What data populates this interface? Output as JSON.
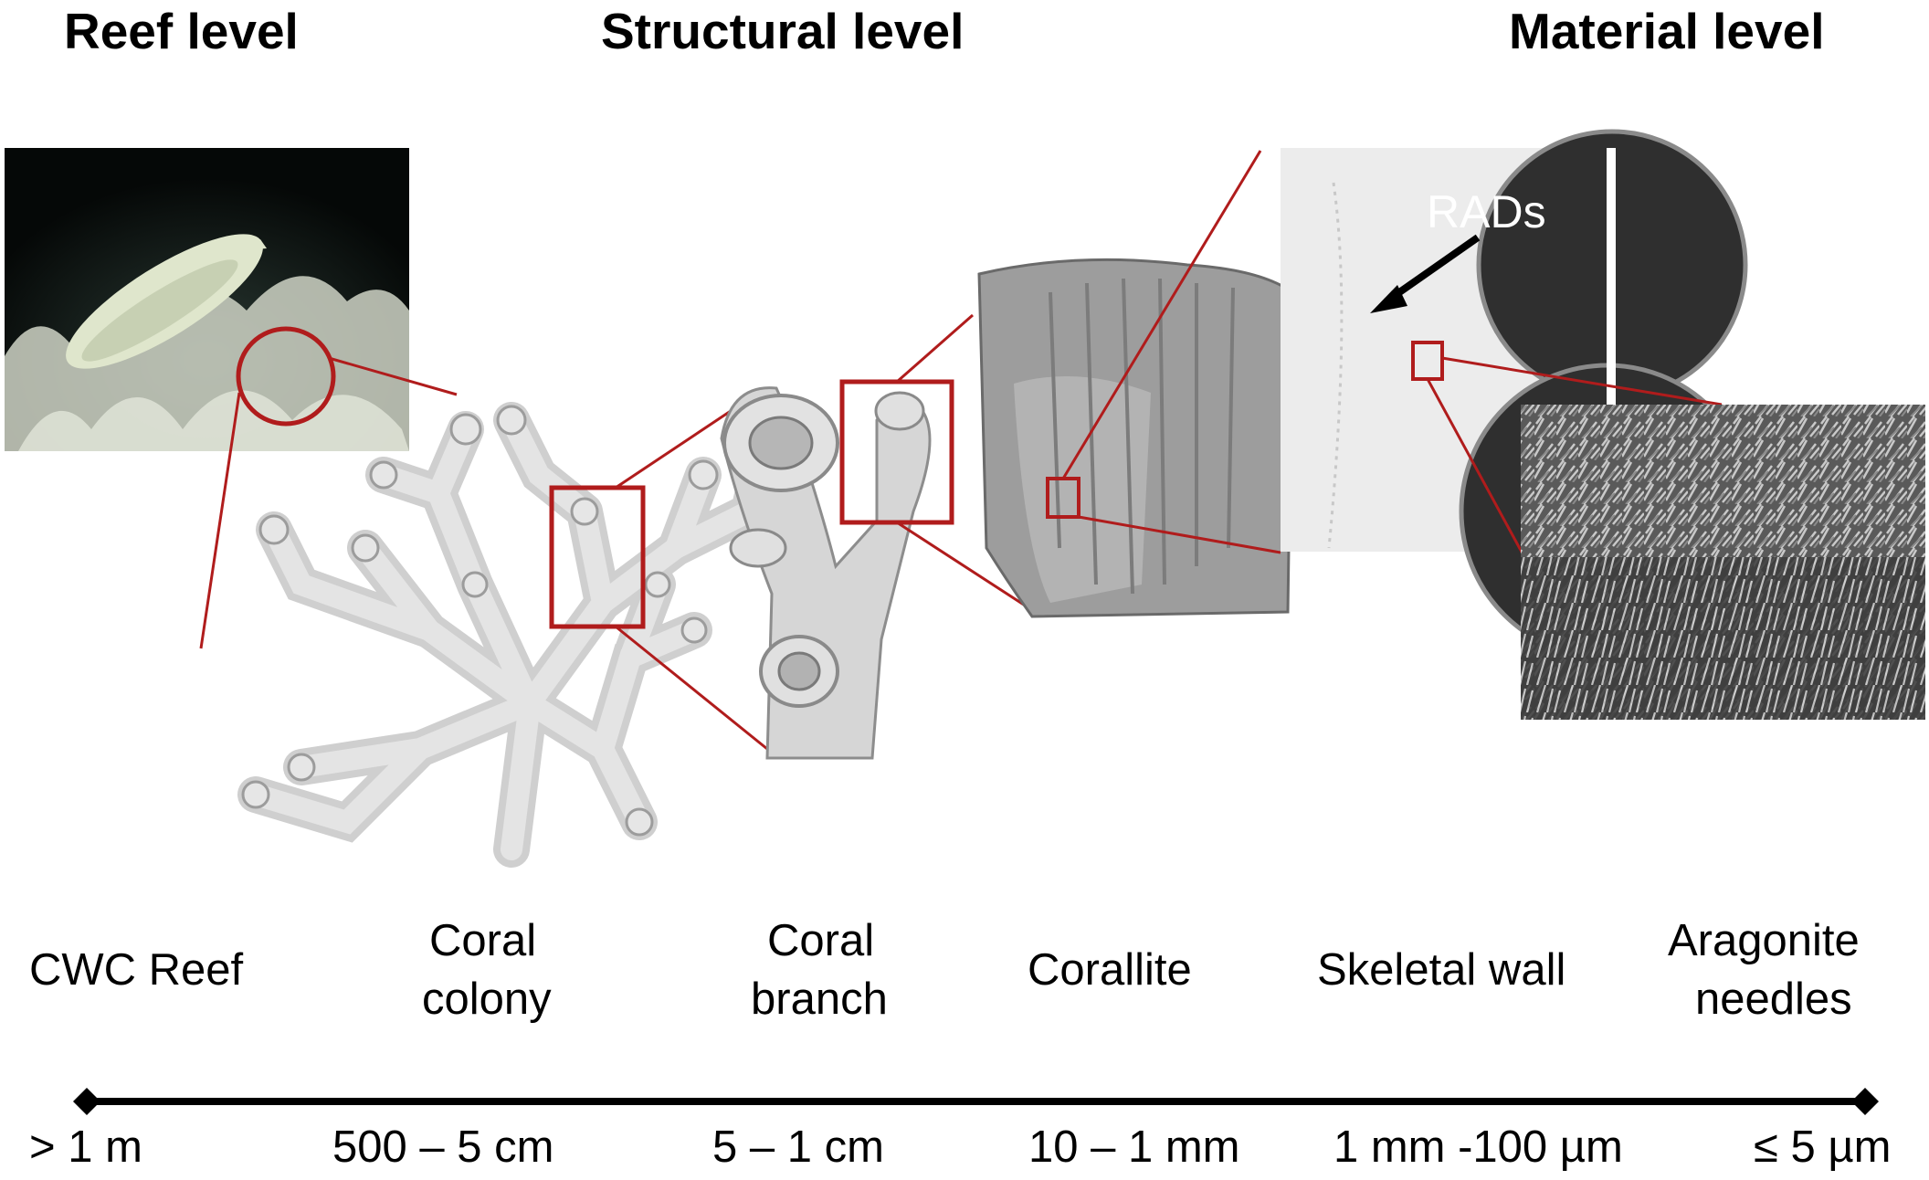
{
  "levels": {
    "reef": "Reef level",
    "structural": "Structural level",
    "material": "Material level"
  },
  "labels": {
    "reef": "CWC Reef",
    "colony_1": "Coral",
    "colony_2": "colony",
    "branch_1": "Coral",
    "branch_2": "branch",
    "corallite": "Corallite",
    "wall": "Skeletal wall",
    "needles_1": "Aragonite",
    "needles_2": "needles"
  },
  "annotation": "RADs",
  "scales": [
    "> 1 m",
    "500 – 5 cm",
    "5 – 1 cm",
    "10 – 1 mm",
    "1 mm -100 µm",
    "≤ 5 µm"
  ],
  "colors": {
    "highlight": "#b01c1c",
    "axis": "#000000",
    "photo_bg": "#0b1210",
    "coral_render": "#d8d8d8",
    "sem_bg": "#4a4a4a"
  }
}
